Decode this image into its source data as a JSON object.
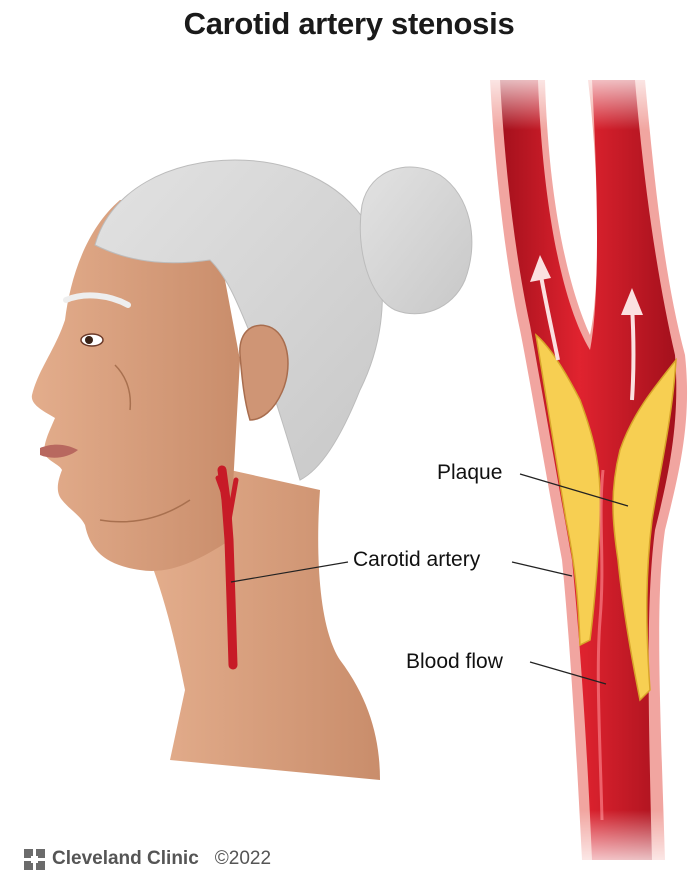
{
  "title": "Carotid artery stenosis",
  "labels": {
    "plaque": "Plaque",
    "carotid_artery": "Carotid artery",
    "blood_flow": "Blood flow"
  },
  "footer": {
    "brand": "Cleveland Clinic",
    "copyright": "©2022",
    "logo_icon": "cleveland-clinic-logo-icon"
  },
  "colors": {
    "skin": "#d99f7e",
    "hair": "#d8d8d8",
    "artery": "#d01f2b",
    "artery_wall": "#f1a5a0",
    "plaque": "#f7cf52"
  }
}
